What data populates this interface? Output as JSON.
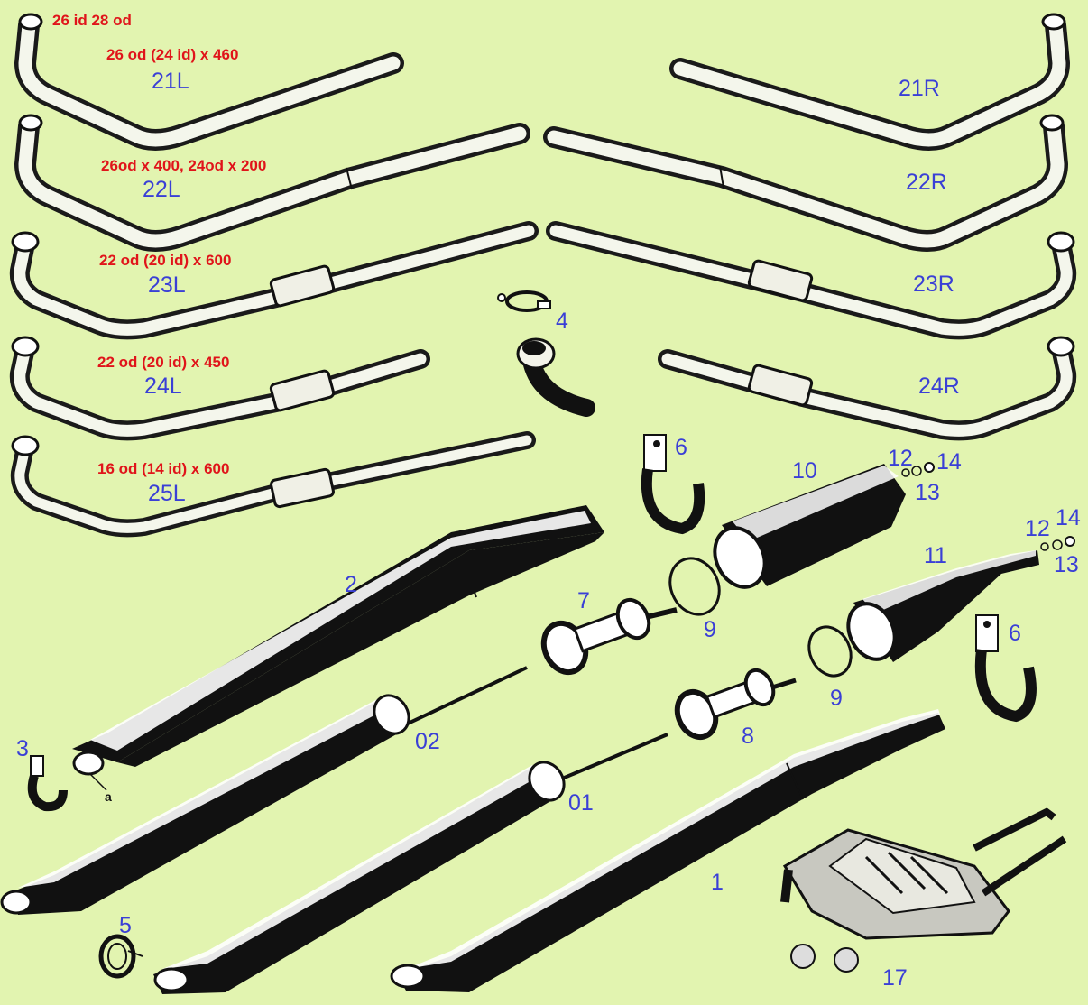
{
  "colors": {
    "background": "#e2f4b0",
    "part_number": "#3a3fd6",
    "dimension": "#e0141a"
  },
  "dimensions": {
    "pipe21": "26 id  28 od",
    "pipe21_size": "26 od (24 id) x 460",
    "pipe22_size": "26od x 400, 24od x 200",
    "pipe23_size": "22 od (20 id) x 600",
    "pipe24_size": "22 od (20 id) x 450",
    "pipe25_size": "16 od (14 id) x 600"
  },
  "labels": {
    "p21L": "21L",
    "p21R": "21R",
    "p22L": "22L",
    "p22R": "22R",
    "p23L": "23L",
    "p23R": "23R",
    "p24L": "24L",
    "p24R": "24R",
    "p25L": "25L",
    "p1": "1",
    "p01": "01",
    "p2": "2",
    "p02": "02",
    "p3": "3",
    "p4": "4",
    "p5": "5",
    "p6a": "6",
    "p6b": "6",
    "p7": "7",
    "p8": "8",
    "p9a": "9",
    "p9b": "9",
    "p10": "10",
    "p11": "11",
    "p12a": "12",
    "p12b": "12",
    "p13a": "13",
    "p13b": "13",
    "p14a": "14",
    "p14b": "14",
    "p17": "17",
    "a": "a"
  }
}
